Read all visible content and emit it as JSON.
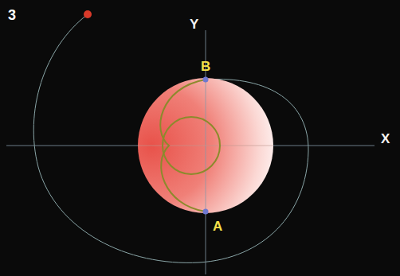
{
  "diagram": {
    "labels": [
      "3",
      "Y",
      "X",
      "B",
      "A"
    ]
  }
}
